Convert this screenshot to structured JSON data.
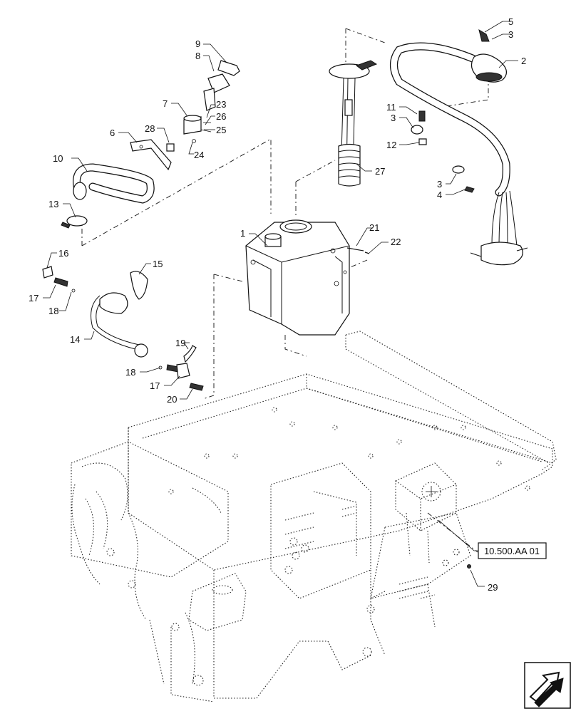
{
  "callouts": {
    "c1": "1",
    "c2": "2",
    "c3a": "3",
    "c3b": "3",
    "c3c": "3",
    "c4": "4",
    "c5": "5",
    "c6": "6",
    "c7": "7",
    "c8": "8",
    "c9": "9",
    "c10": "10",
    "c11": "11",
    "c12": "12",
    "c13": "13",
    "c14": "14",
    "c15": "15",
    "c16": "16",
    "c17a": "17",
    "c17b": "17",
    "c18a": "18",
    "c18b": "18",
    "c19": "19",
    "c20": "20",
    "c21": "21",
    "c22": "22",
    "c23": "23",
    "c24": "24",
    "c25": "25",
    "c26": "26",
    "c27": "27",
    "c28": "28",
    "c29": "29"
  },
  "reference_label": "10.500.AA 01",
  "nav": {
    "icon": "arrow-icon"
  },
  "colors": {
    "line": "#111111",
    "background": "#ffffff",
    "shade": "#8a8a8a"
  }
}
